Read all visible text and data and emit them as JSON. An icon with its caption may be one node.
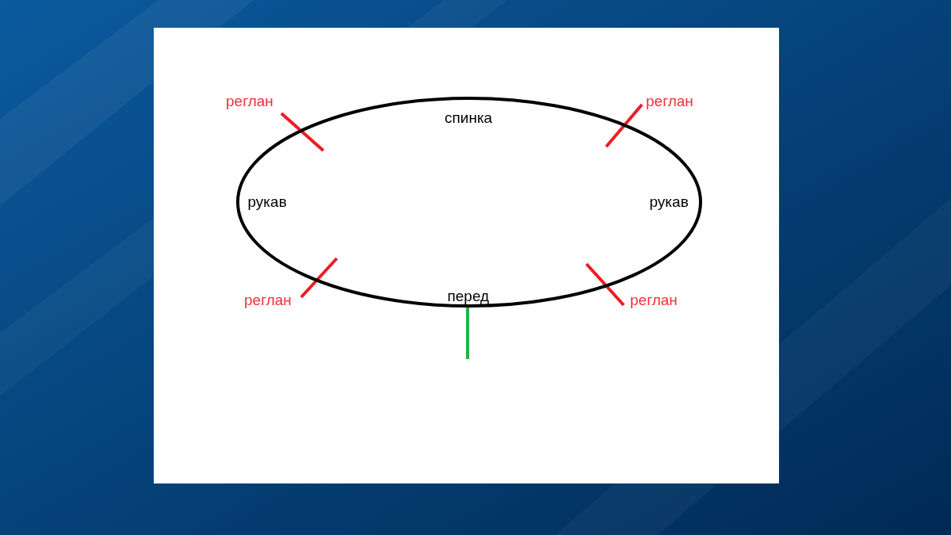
{
  "diagram": {
    "nodes": [
      {
        "text": [
          "спинка",
          "рукав",
          "рукав",
          "перед"
        ]
      }
    ],
    "labels": [
      "реглан",
      "реглан",
      "реглан",
      "реглан"
    ]
  }
}
